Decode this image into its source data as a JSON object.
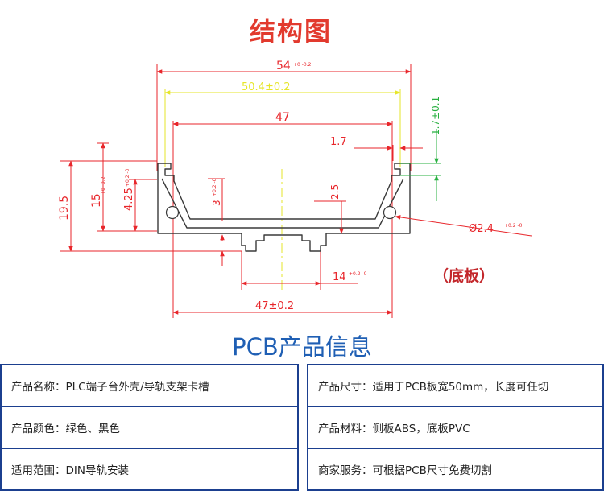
{
  "title": "结构图",
  "dimensions": {
    "overall_width": "54",
    "overall_width_tol": "+0 -0.2",
    "inner_width": "50.4±0.2",
    "inner_span": "47",
    "wall_thickness": "1.7",
    "height_offset": "1.7±0.1",
    "total_height": "19.5",
    "side_height": "15",
    "side_height_tol": "+0 -0.2",
    "groove_height": "4.25",
    "groove_height_tol": "+0.2 -0",
    "step_height": "3",
    "step_height_tol": "+0.2 -0",
    "rail_height": "2.5",
    "rail_width": "14",
    "rail_width_tol": "+0.2 -0",
    "base_width": "47±0.2",
    "hole_diameter": "Ø2.4",
    "hole_diameter_tol": "+0.2 -0"
  },
  "base_label": "（底板）",
  "info": {
    "heading": "PCB产品信息",
    "rows": [
      {
        "left": "产品名称：PLC端子台外壳/导轨支架卡槽",
        "right": "产品尺寸：适用于PCB板宽50mm，长度可任切"
      },
      {
        "left": "产品颜色：绿色、黑色",
        "right": "产品材料：侧板ABS，底板PVC"
      },
      {
        "left": "适用范围：DIN导轨安装",
        "right": "商家服务：可根据PCB尺寸免费切割"
      }
    ]
  },
  "colors": {
    "title": "#e23a2e",
    "dimension_red": "#e8262b",
    "dimension_yellow": "#e6e62a",
    "dimension_green": "#28b040",
    "outline": "#3a3a3a",
    "heading_blue": "#1f5fb4",
    "table_border": "#1b3f8f"
  }
}
